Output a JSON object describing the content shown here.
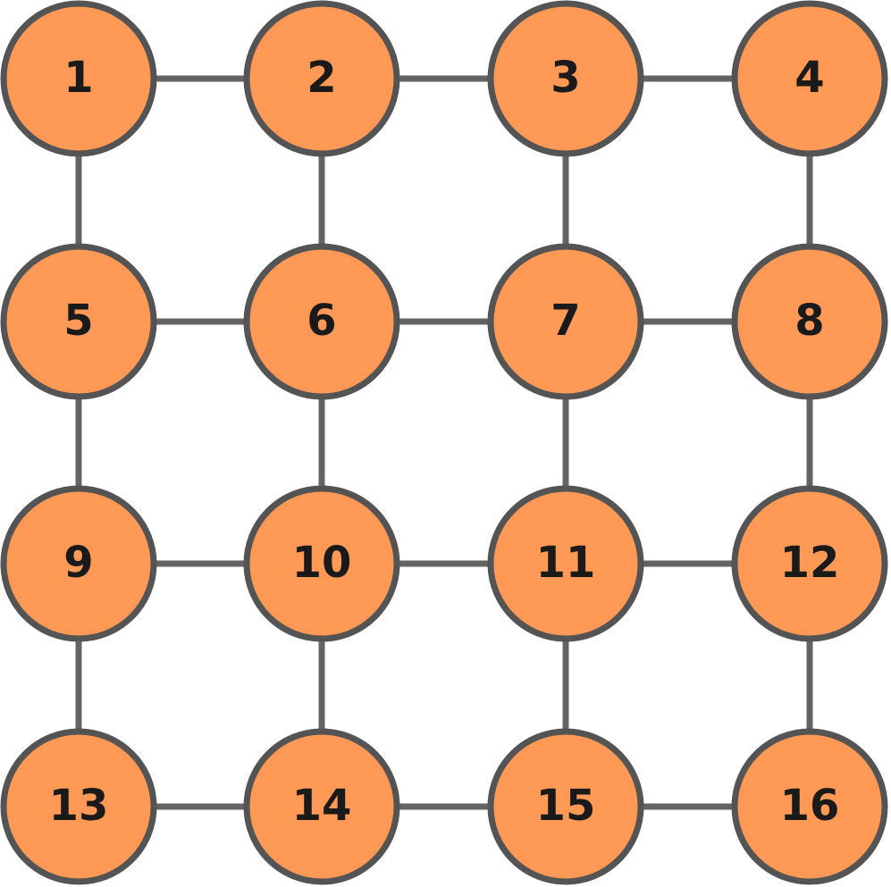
{
  "colors": {
    "node_fill": "#ff9955",
    "node_stroke": "#545454",
    "edge_stroke": "#646464",
    "label_color": "#1a1a1a",
    "background": "#ffffff"
  },
  "graph": {
    "rows": 4,
    "cols": 4,
    "nodes": [
      {
        "id": 1,
        "label": "1"
      },
      {
        "id": 2,
        "label": "2"
      },
      {
        "id": 3,
        "label": "3"
      },
      {
        "id": 4,
        "label": "4"
      },
      {
        "id": 5,
        "label": "5"
      },
      {
        "id": 6,
        "label": "6"
      },
      {
        "id": 7,
        "label": "7"
      },
      {
        "id": 8,
        "label": "8"
      },
      {
        "id": 9,
        "label": "9"
      },
      {
        "id": 10,
        "label": "10"
      },
      {
        "id": 11,
        "label": "11"
      },
      {
        "id": 12,
        "label": "12"
      },
      {
        "id": 13,
        "label": "13"
      },
      {
        "id": 14,
        "label": "14"
      },
      {
        "id": 15,
        "label": "15"
      },
      {
        "id": 16,
        "label": "16"
      }
    ],
    "edges": [
      [
        1,
        2
      ],
      [
        2,
        3
      ],
      [
        3,
        4
      ],
      [
        5,
        6
      ],
      [
        6,
        7
      ],
      [
        7,
        8
      ],
      [
        9,
        10
      ],
      [
        10,
        11
      ],
      [
        11,
        12
      ],
      [
        13,
        14
      ],
      [
        14,
        15
      ],
      [
        15,
        16
      ],
      [
        1,
        5
      ],
      [
        5,
        9
      ],
      [
        9,
        13
      ],
      [
        2,
        6
      ],
      [
        6,
        10
      ],
      [
        10,
        14
      ],
      [
        3,
        7
      ],
      [
        7,
        11
      ],
      [
        11,
        15
      ],
      [
        4,
        8
      ],
      [
        8,
        12
      ],
      [
        12,
        16
      ]
    ]
  }
}
